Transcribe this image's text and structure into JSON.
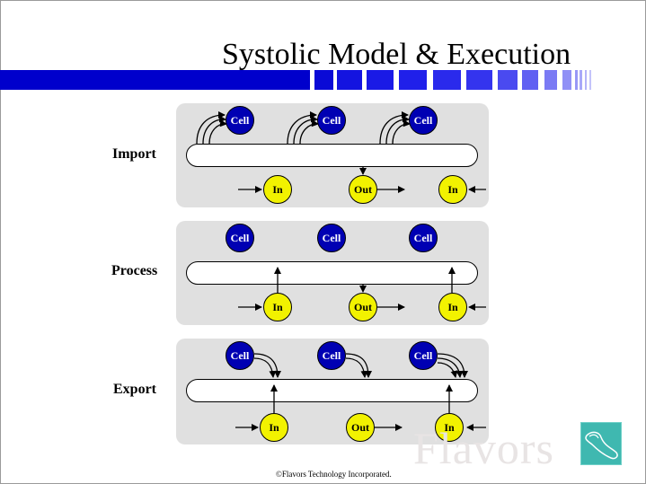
{
  "title": "Systolic Model & Execution",
  "colors": {
    "accent_blue": "#0000cc",
    "cell_fill": "#0000b3",
    "io_fill": "#f2f200",
    "panel": "#e0e0e0",
    "logo": "#3fb8b0"
  },
  "rows": [
    {
      "label": "Import",
      "cells": [
        "Cell",
        "Cell",
        "Cell"
      ],
      "ports": [
        "In",
        "Out",
        "In"
      ]
    },
    {
      "label": "Process",
      "cells": [
        "Cell",
        "Cell",
        "Cell"
      ],
      "ports": [
        "In",
        "Out",
        "In"
      ]
    },
    {
      "label": "Export",
      "cells": [
        "Cell",
        "Cell",
        "Cell"
      ],
      "ports": [
        "In",
        "Out",
        "In"
      ]
    }
  ],
  "watermark": "Flavors",
  "logo_icon": "flavors-logo-icon",
  "copyright": "©Flavors Technology Incorporated."
}
